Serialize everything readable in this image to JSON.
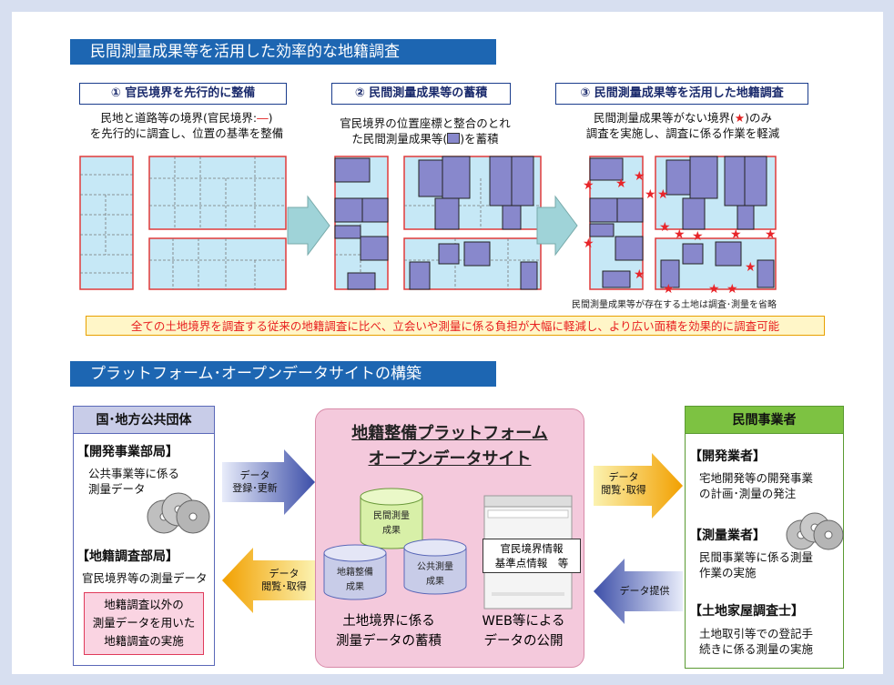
{
  "section1": {
    "title": "民間測量成果等を活用した効率的な地籍調査",
    "steps": [
      {
        "label": "① 官民境界を先行的に整備",
        "desc_line1_a": "民地と道路等の境界(官民境界:",
        "desc_line1_red": "―",
        "desc_line1_b": ")",
        "desc_line2": "を先行的に調査し、位置の基準を整備"
      },
      {
        "label": "② 民間測量成果等の蓄積",
        "desc_line1": "官民境界の位置座標と整合のとれ",
        "desc_line2_a": "た民間測量成果等(",
        "desc_line2_b": ")を蓄積"
      },
      {
        "label": "③ 民間測量成果等を活用した地籍調査",
        "desc_line1_a": "民間測量成果等がない境界(",
        "desc_line1_red": "★",
        "desc_line1_b": ")のみ",
        "desc_line2": "調査を実施し、調査に係る作業を軽減"
      }
    ],
    "note": "民間測量成果等が存在する土地は調査･測量を省略",
    "banner": "全ての土地境界を調査する従来の地籍調査に比べ、立会いや測量に係る負担が大幅に軽減し、より広い面積を効果的に調査可能"
  },
  "section2": {
    "title": "プラットフォーム･オープンデータサイトの構築",
    "left": {
      "header": "国･地方公共団体",
      "dept1": "【開発事業部局】",
      "dept1_line1": "公共事業等に係る",
      "dept1_line2": "測量データ",
      "dept2": "【地籍調査部局】",
      "dept2_line1": "官民境界等の測量データ",
      "redbox_line1": "地籍調査以外の",
      "redbox_line2": "測量データを用いた",
      "redbox_line3": "地籍調査の実施"
    },
    "center": {
      "title_line1": "地籍整備プラットフォーム",
      "title_line2": "オープンデータサイト",
      "cyl_top_line1": "民間測量",
      "cyl_top_line2": "成果",
      "cyl_left_line1": "地籍整備",
      "cyl_left_line2": "成果",
      "cyl_right_line1": "公共測量",
      "cyl_right_line2": "成果",
      "web_line1": "官民境界情報",
      "web_line2": "基準点情報　等",
      "bottom_left_line1": "土地境界に係る",
      "bottom_left_line2": "測量データの蓄積",
      "bottom_right_line1": "WEB等による",
      "bottom_right_line2": "データの公開"
    },
    "arrows": {
      "a1_line1": "データ",
      "a1_line2": "登録･更新",
      "a2_line1": "データ",
      "a2_line2": "閲覧･取得",
      "a3_line1": "データ",
      "a3_line2": "閲覧･取得",
      "a4": "データ提供"
    },
    "right": {
      "header": "民間事業者",
      "g1": "【開発業者】",
      "g1_line1": "宅地開発等の開発事業",
      "g1_line2": "の計画･測量の発注",
      "g2": "【測量業者】",
      "g2_line1": "民間事業等に係る測量",
      "g2_line2": "作業の実施",
      "g3": "【土地家屋調査士】",
      "g3_line1": "土地取引等での登記手",
      "g3_line2": "続きに係る測量の実施"
    }
  },
  "colors": {
    "title_blue": "#1d66b2",
    "parcel_fill": "#c6e8f6",
    "parcel_border": "#e03a3a",
    "survey_fill": "#8888cc",
    "center_pink": "#f4c9dc",
    "left_head": "#c8cce8",
    "right_head": "#7dc242",
    "star_red": "#e8252a"
  }
}
